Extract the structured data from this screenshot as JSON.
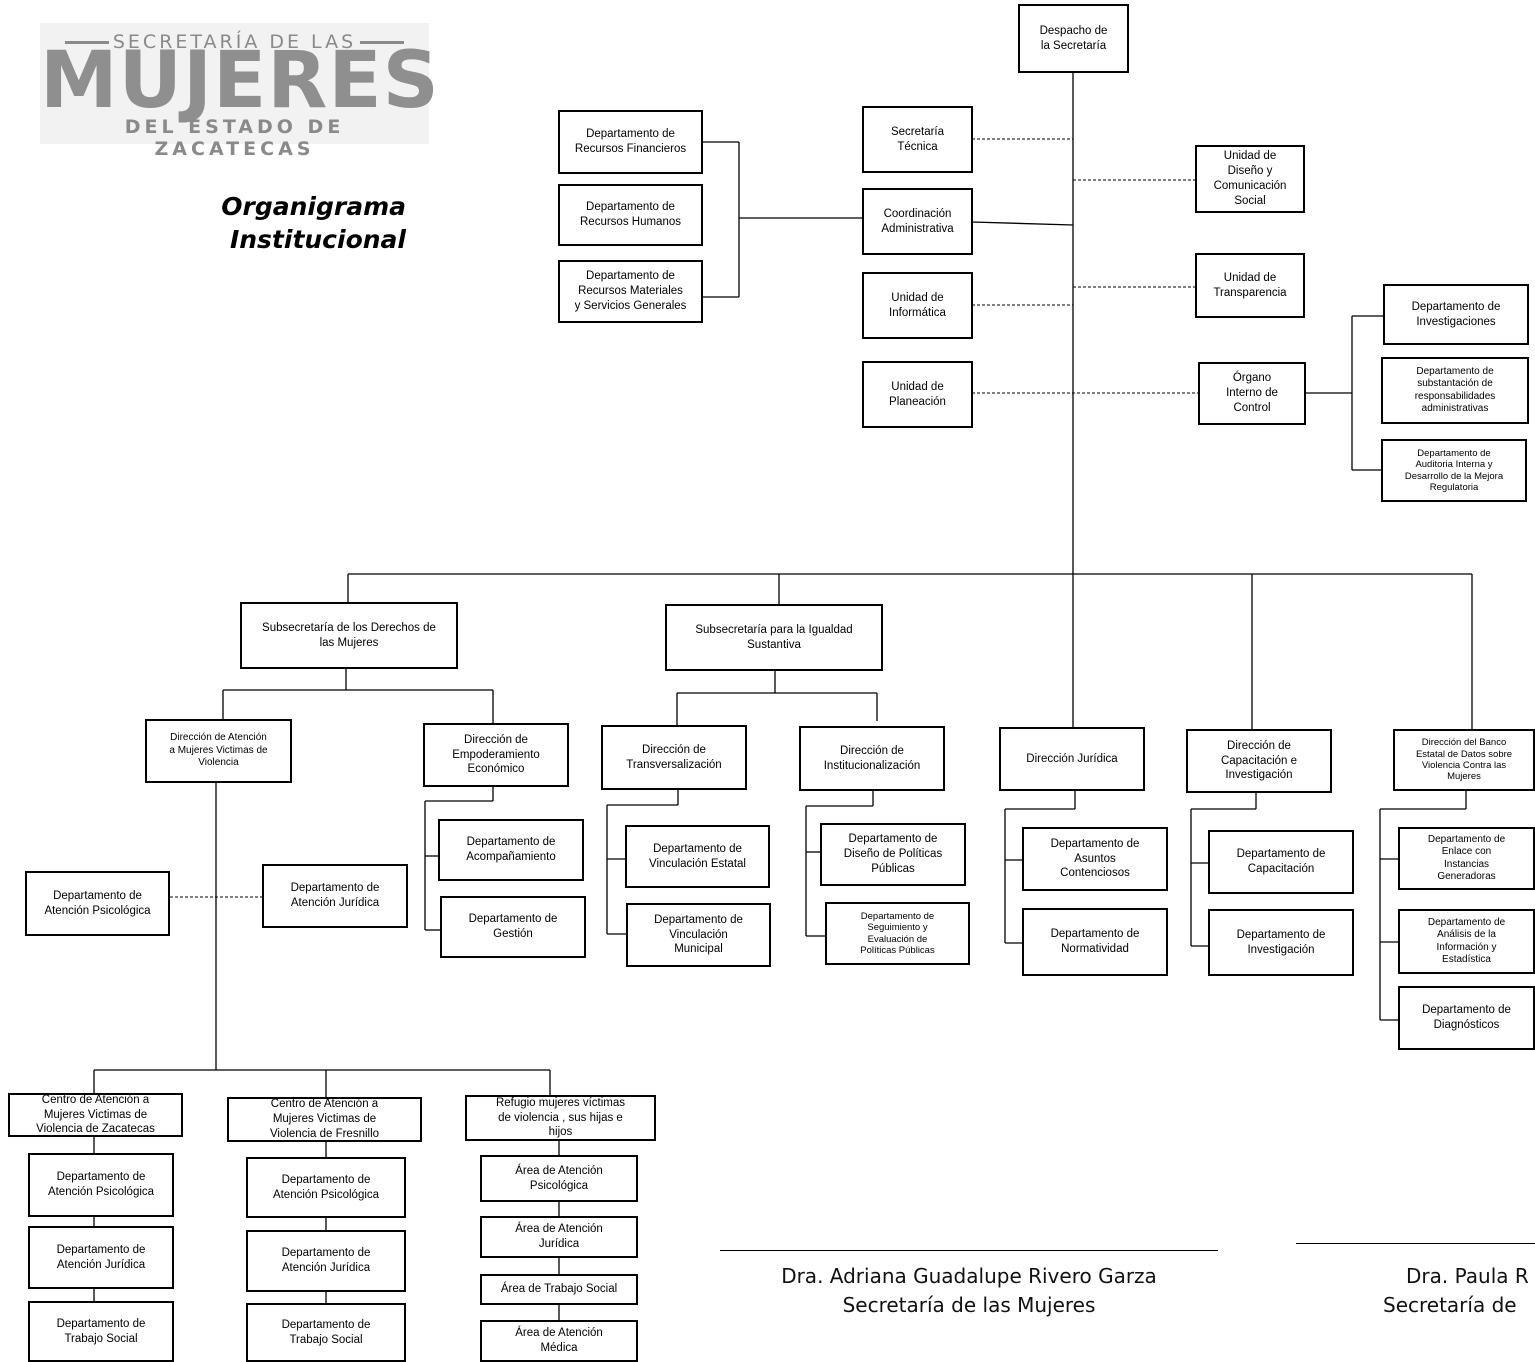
{
  "logo": {
    "top": "SECRETARÍA DE LAS",
    "main": "MUJERES",
    "bottom": "DEL ESTADO DE ZACATECAS"
  },
  "title": {
    "line1": "Organigrama",
    "line2": "Institucional"
  },
  "nodes": {
    "despacho": "Despacho de\nla Secretaría",
    "sec_tecnica": "Secretaría\nTécnica",
    "coord_admin": "Coordinación\nAdministrativa",
    "informatica": "Unidad de\nInformática",
    "planeacion": "Unidad de\nPlaneación",
    "diseno_com": "Unidad de\nDiseño y\nComunicación\nSocial",
    "transparencia": "Unidad de\nTransparencia",
    "organo_control": "Órgano\nInterno de\nControl",
    "dep_financieros": "Departamento de\nRecursos Financieros",
    "dep_humanos": "Departamento de\nRecursos Humanos",
    "dep_materiales": "Departamento de\nRecursos Materiales\ny Servicios Generales",
    "dep_investigaciones": "Departamento de\nInvestigaciones",
    "dep_substanciacion": "Departamento de\nsubstantación de\nresponsabilidades\nadministrativas",
    "dep_auditoria": "Departamento de\nAuditoria Interna y\nDesarrollo de la Mejora\nRegulatoria",
    "subsec_derechos": "Subsecretaría de los Derechos de\nlas Mujeres",
    "subsec_igualdad": "Subsecretaría para la Igualdad\nSustantiva",
    "dir_atencion": "Dirección de Atención\na Mujeres Victimas de\nViolencia",
    "dir_empoderamiento": "Dirección de\nEmpoderamiento\nEconómico",
    "dir_transversalizacion": "Dirección de\nTransversalización",
    "dir_institucionalizacion": "Dirección de\nInstitucionalización",
    "dir_juridica": "Dirección Jurídica",
    "dir_capacitacion": "Dirección de\nCapacitación e\nInvestigación",
    "dir_banco": "Dirección del Banco\nEstatal de Datos sobre\nViolencia Contra las\nMujeres",
    "dep_acompanamiento": "Departamento de\nAcompañamiento",
    "dep_gestion": "Departamento de\nGestión",
    "dep_atencion_psico": "Departamento de\nAtención Psicológica",
    "dep_atencion_jur": "Departamento de\nAtención Jurídica",
    "dep_vinc_estatal": "Departamento de\nVinculación Estatal",
    "dep_vinc_municipal": "Departamento de\nVinculación\nMunicipal",
    "dep_diseno_pol": "Departamento de\nDiseño de Políticas\nPúblicas",
    "dep_seguimiento": "Departamento de\nSeguimiento y\nEvaluación de\nPolíticas Públicas",
    "dep_contenciosos": "Departamento de\nAsuntos\nContenciosos",
    "dep_normatividad": "Departamento de\nNormatividad",
    "dep_capacitacion": "Departamento de\nCapacitación",
    "dep_investigacion": "Departamento de\nInvestigación",
    "dep_enlace": "Departamento de\nEnlace con\nInstancias\nGeneradoras",
    "dep_analisis": "Departamento de\nAnálisis de la\nInformación y\nEstadística",
    "dep_diagnosticos": "Departamento de\nDiagnósticos",
    "centro_zac": "Centro de Atención a\nMujeres Victimas de\nViolencia de Zacatecas",
    "centro_fres": "Centro de Atención a\nMujeres Victimas de\nViolencia de Fresnillo",
    "refugio": "Refugio mujeres víctimas\nde violencia , sus hijas e\nhijos",
    "zac_psico": "Departamento de\nAtención Psicológica",
    "zac_jur": "Departamento de\nAtención Jurídica",
    "zac_social": "Departamento de\nTrabajo Social",
    "fres_psico": "Departamento de\nAtención Psicológica",
    "fres_jur": "Departamento de\nAtención Jurídica",
    "fres_social": "Departamento de\nTrabajo Social",
    "ref_psico": "Área de Atención\nPsicológica",
    "ref_jur": "Área de Atención\nJurídica",
    "ref_social": "Área de Trabajo Social",
    "ref_medica": "Área de Atención\nMédica"
  },
  "signatures": {
    "left_name": "Dra. Adriana Guadalupe Rivero Garza",
    "left_role": "Secretaría de las Mujeres",
    "right_name": "Dra. Paula R",
    "right_role": "Secretaría de"
  }
}
